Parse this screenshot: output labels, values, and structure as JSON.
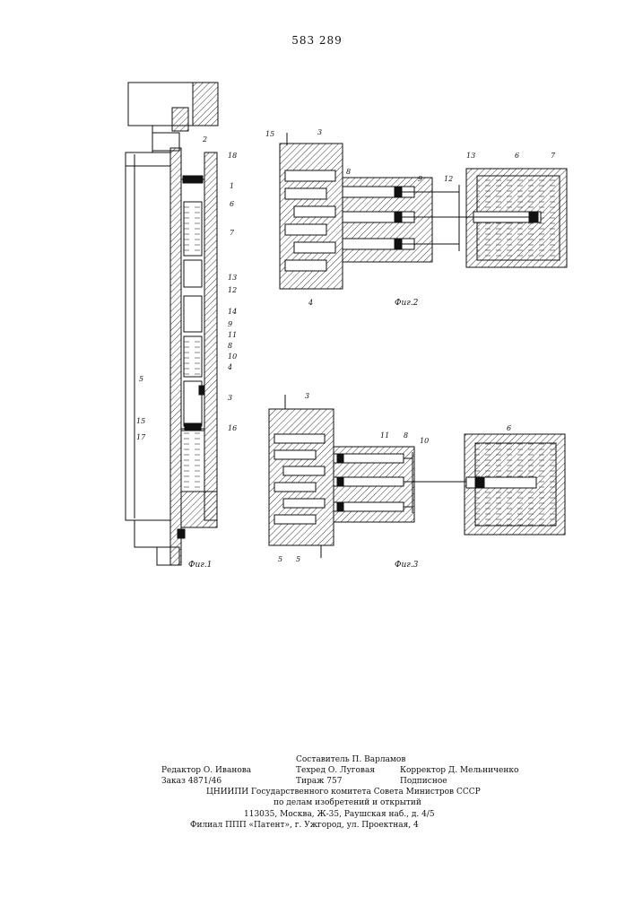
{
  "page_number": "583 289",
  "figures": {
    "fig1": {
      "caption": "Фиг.1",
      "labels": [
        "2",
        "18",
        "1",
        "6",
        "7",
        "13",
        "12",
        "14",
        "9",
        "11",
        "8",
        "10",
        "4",
        "5",
        "3",
        "15",
        "16",
        "17"
      ]
    },
    "fig2": {
      "caption": "Фиг.2",
      "labels": [
        "15",
        "3",
        "8",
        "9",
        "12",
        "13",
        "6",
        "7",
        "4"
      ]
    },
    "fig3": {
      "caption": "Фиг.3",
      "labels": [
        "3",
        "11",
        "8",
        "10",
        "6",
        "5",
        "5"
      ]
    }
  },
  "imprint": {
    "compiler": "Составитель П. Варламов",
    "editor": "Редактор О. Иванова",
    "techred": "Техред О. Луговая",
    "corrector": "Корректор Д. Мельниченко",
    "order": "Заказ 4871/46",
    "circulation": "Тираж 757",
    "subscription": "Подписное",
    "org_line1": "ЦНИИПИ Государственного комитета Совета Министров СССР",
    "org_line2": "по делам изобретений и открытий",
    "address": "113035, Москва, Ж-35, Раушская наб., д. 4/5",
    "branch": "Филиал ППП «Патент», г. Ужгород, ул. Проектная, 4"
  }
}
